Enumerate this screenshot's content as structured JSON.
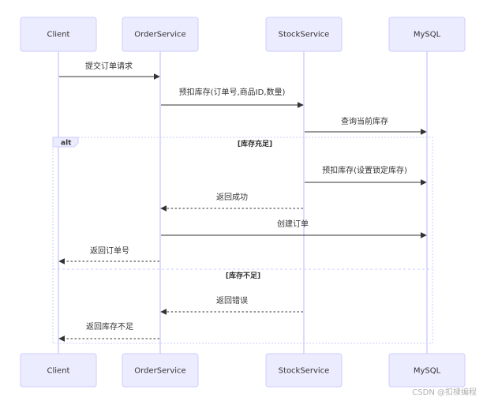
{
  "actors": [
    {
      "id": "client",
      "label": "Client"
    },
    {
      "id": "order",
      "label": "OrderService"
    },
    {
      "id": "stock",
      "label": "StockService"
    },
    {
      "id": "mysql",
      "label": "MySQL"
    }
  ],
  "messages": [
    {
      "from": "client",
      "to": "order",
      "text": "提交订单请求",
      "style": "solid"
    },
    {
      "from": "order",
      "to": "stock",
      "text": "预扣库存(订单号,商品ID,数量)",
      "style": "solid"
    },
    {
      "from": "stock",
      "to": "mysql",
      "text": "查询当前库存",
      "style": "solid"
    },
    {
      "from": "stock",
      "to": "mysql",
      "text": "预扣库存(设置锁定库存)",
      "style": "solid"
    },
    {
      "from": "stock",
      "to": "order",
      "text": "返回成功",
      "style": "dotted"
    },
    {
      "from": "order",
      "to": "mysql",
      "text": "创建订单",
      "style": "solid"
    },
    {
      "from": "order",
      "to": "client",
      "text": "返回订单号",
      "style": "dotted"
    },
    {
      "from": "stock",
      "to": "order",
      "text": "返回错误",
      "style": "dotted"
    },
    {
      "from": "order",
      "to": "client",
      "text": "返回库存不足",
      "style": "dotted"
    }
  ],
  "alt_frame": {
    "label": "alt",
    "sections": [
      "[库存充足]",
      "[库存不足]"
    ]
  },
  "watermark": "CSDN @扣棣编程"
}
